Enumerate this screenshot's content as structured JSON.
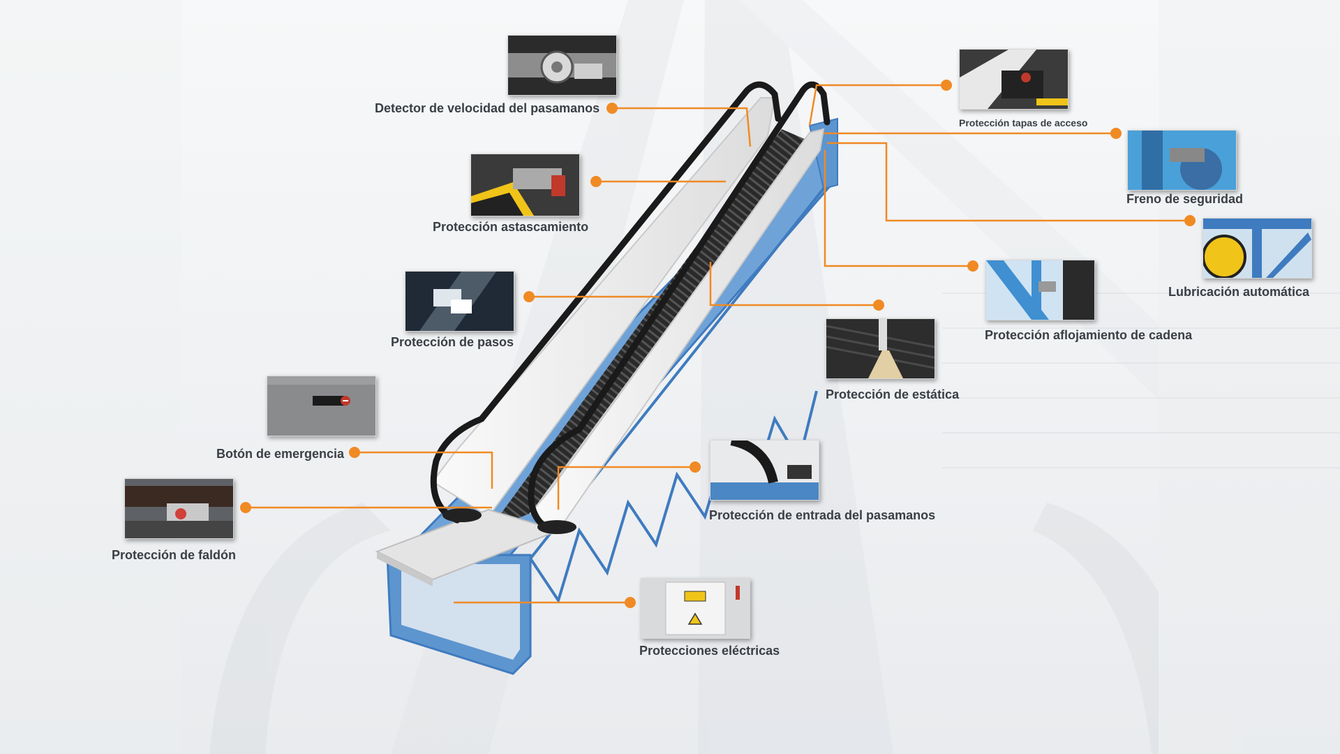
{
  "colors": {
    "accent": "#f08a24",
    "frame_blue": "#6fa3d8",
    "frame_blue_dark": "#3f7bbf",
    "label_text": "#3a3f45",
    "background": "#f2f3f5"
  },
  "features": [
    {
      "id": "pasamanos-speed",
      "label": "Detector de velocidad del pasamanos",
      "icon": "speed-sensor-photo"
    },
    {
      "id": "atascamiento",
      "label": "Protección astascamiento",
      "icon": "jam-protection-photo"
    },
    {
      "id": "pasos",
      "label": "Protección de pasos",
      "icon": "step-protection-photo"
    },
    {
      "id": "emergencia",
      "label": "Botón de emergencia",
      "icon": "emergency-button-photo"
    },
    {
      "id": "faldon",
      "label": "Protección de faldón",
      "icon": "skirt-protection-photo"
    },
    {
      "id": "tapas",
      "label": "Protección tapas de acceso",
      "icon": "access-cover-photo"
    },
    {
      "id": "freno",
      "label": "Freno de seguridad",
      "icon": "safety-brake-photo"
    },
    {
      "id": "lubricacion",
      "label": "Lubricación automática",
      "icon": "lubrication-photo"
    },
    {
      "id": "cadena",
      "label": "Protección aflojamiento de cadena",
      "icon": "chain-slack-photo"
    },
    {
      "id": "estatica",
      "label": "Protección de estática",
      "icon": "static-brush-photo"
    },
    {
      "id": "entrada",
      "label": "Protección de entrada del pasamanos",
      "icon": "handrail-inlet-photo"
    },
    {
      "id": "electricas",
      "label": "Protecciones eléctricas",
      "icon": "electrical-panel-photo"
    }
  ]
}
